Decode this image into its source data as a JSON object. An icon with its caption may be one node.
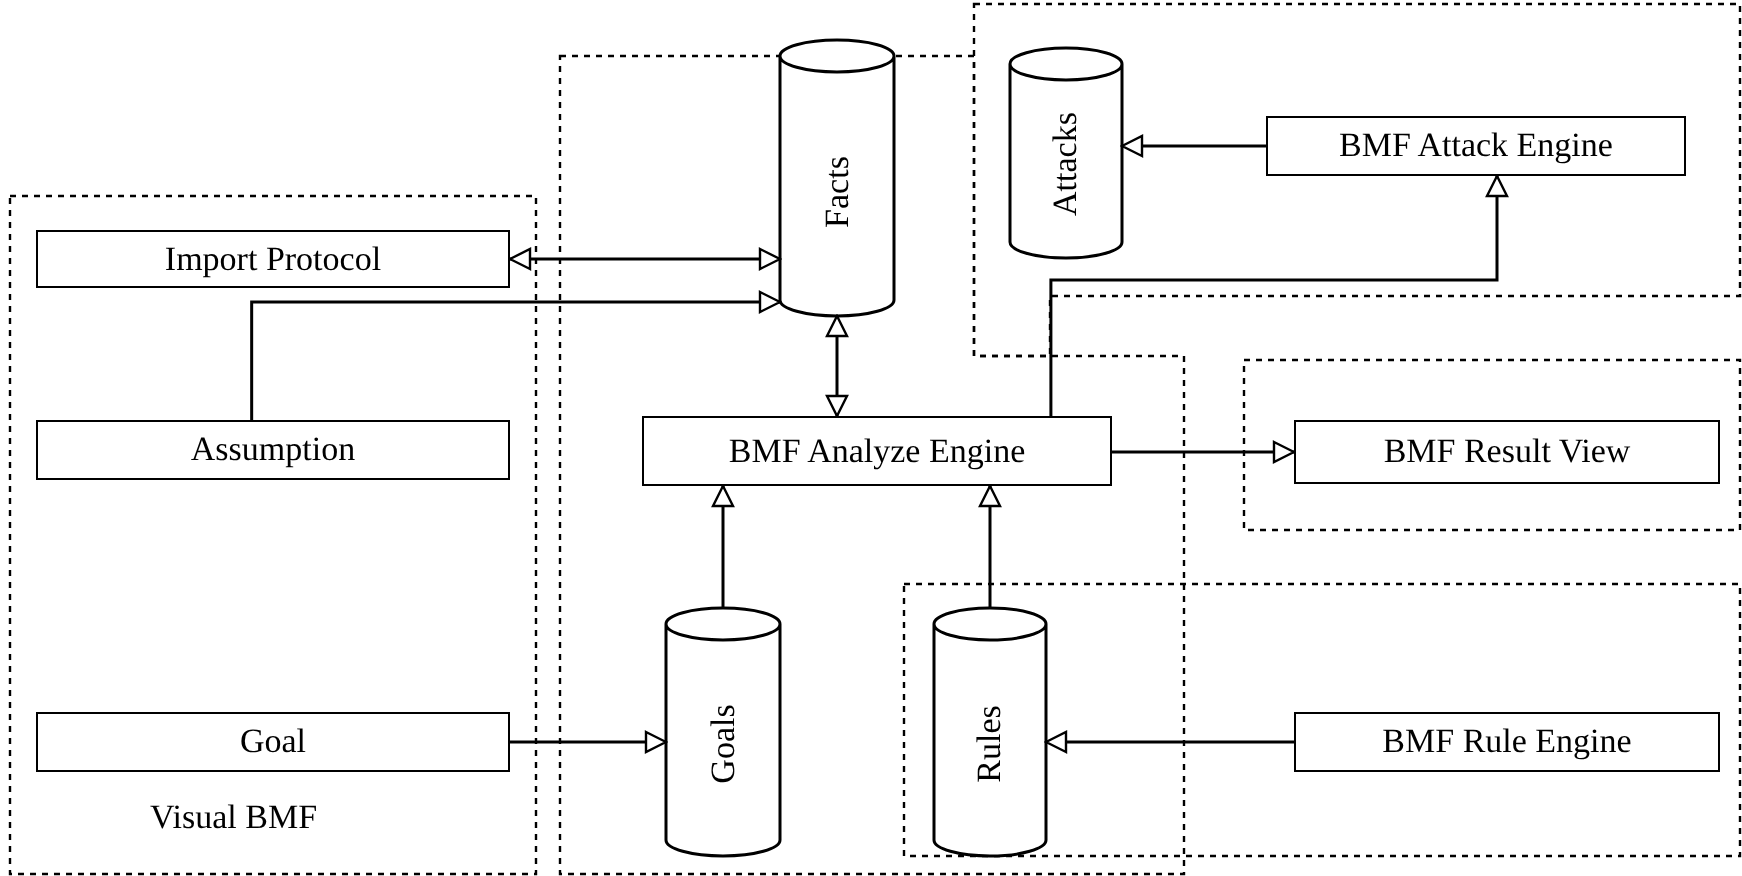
{
  "diagram": {
    "nodes": [
      {
        "text": [
          "Visual BMF"
        ]
      },
      {
        "text": [
          "Import Protocol"
        ],
        "in": 0
      },
      {
        "text": [
          "Assumption"
        ],
        "in": 0
      },
      {
        "text": [
          "Goal"
        ],
        "in": 0
      },
      {
        "text": [],
        "shape": "box"
      },
      {
        "text": [
          "Facts"
        ],
        "in": 4
      },
      {
        "text": [
          "BMF Analyze Engine"
        ],
        "in": 4
      },
      {
        "text": [
          "Goals"
        ],
        "in": 4
      },
      {
        "text": [],
        "shape": "box"
      },
      {
        "text": [
          "Attacks"
        ],
        "in": 8
      },
      {
        "text": [
          "BMF Attack Engine"
        ],
        "in": 8
      },
      {
        "text": [],
        "shape": "box"
      },
      {
        "text": [
          "BMF Result View"
        ],
        "in": 11
      },
      {
        "text": [],
        "shape": "box"
      },
      {
        "text": [
          "Rules"
        ]
      },
      {
        "text": [
          "BMF Rule Engine"
        ],
        "in": 13
      }
    ],
    "edges": [
      {
        "from": 1,
        "to": 5,
        "arrow": "both"
      },
      {
        "from": 2,
        "to": 5,
        "arrow": "to"
      },
      {
        "from": 5,
        "to": 6,
        "arrow": "both"
      },
      {
        "from": 7,
        "to": 6,
        "arrow": "to"
      },
      {
        "from": 14,
        "to": 6,
        "arrow": "to"
      },
      {
        "from": 3,
        "to": 7,
        "arrow": "to"
      },
      {
        "from": 6,
        "to": 10,
        "arrow": "to"
      },
      {
        "from": 10,
        "to": 9,
        "arrow": "to"
      },
      {
        "from": 6,
        "to": 12,
        "arrow": "to"
      },
      {
        "from": 15,
        "to": 14,
        "arrow": "to"
      }
    ]
  }
}
